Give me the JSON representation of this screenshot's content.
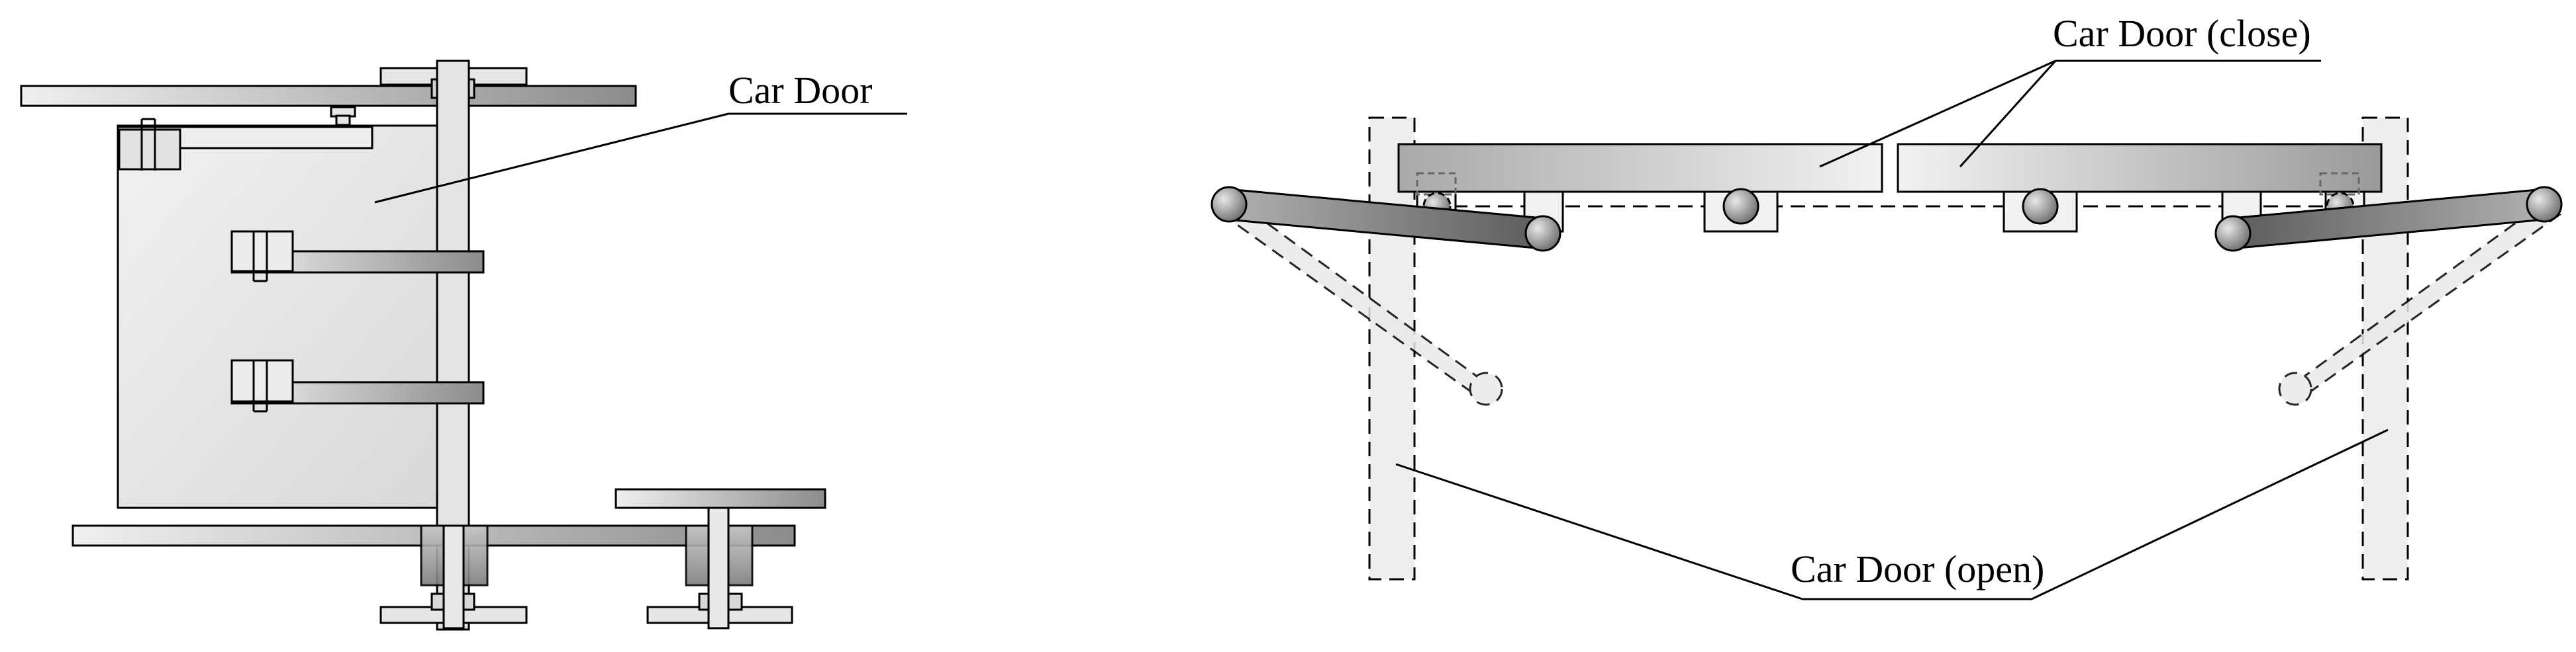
{
  "labels": {
    "car_door": "Car Door",
    "car_door_close": "Car Door (close)",
    "car_door_open": "Car Door (open)"
  },
  "colors": {
    "stroke": "#000000",
    "fill_light": "#ececec",
    "fill_dark": "#8a8a8a",
    "background": "#ffffff"
  }
}
